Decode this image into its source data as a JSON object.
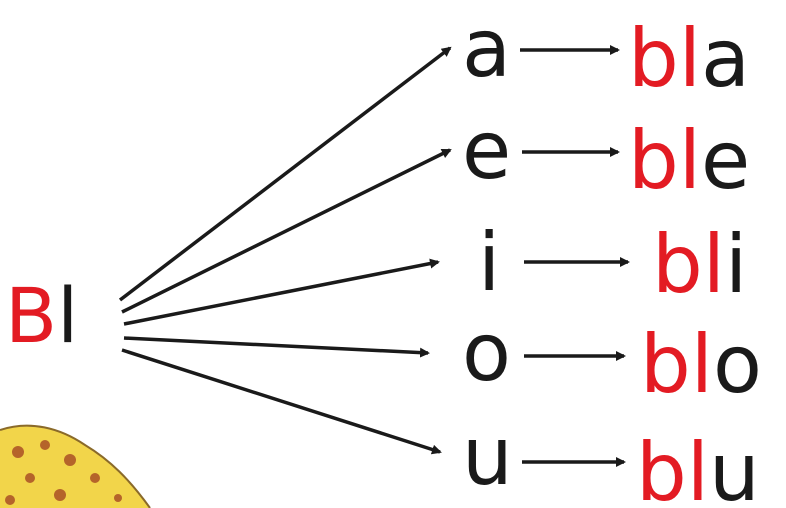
{
  "source": {
    "prefix_red": "B",
    "prefix_black": "l"
  },
  "vowels": [
    "a",
    "e",
    "i",
    "o",
    "u"
  ],
  "results": [
    {
      "red": "bl",
      "black": "a"
    },
    {
      "red": "bl",
      "black": "e"
    },
    {
      "red": "bl",
      "black": "i"
    },
    {
      "red": "bl",
      "black": "o"
    },
    {
      "red": "bl",
      "black": "u"
    }
  ],
  "colors": {
    "accent": "#e31b23",
    "text": "#1a1a1a",
    "arrow": "#1a1a1a",
    "decoration_fill": "#f2d54a",
    "decoration_spot": "#b5642a",
    "background": "#ffffff"
  },
  "decoration": {
    "icon": "leopard-print-fabric-icon"
  }
}
